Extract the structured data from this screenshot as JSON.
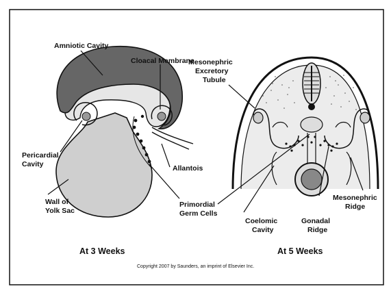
{
  "labels": {
    "amniotic_cavity": "Amniotic Cavity",
    "cloacal_membrane": "Cloacal Membrane",
    "pericardial": "Pericardial",
    "cavity": "Cavity",
    "allantois": "Allantois",
    "wall_of": "Wall of",
    "yolk_sac": "Yolk Sac",
    "primordial": "Primordial",
    "germ_cells": "Germ Cells",
    "mesonephric": "Mesonephric",
    "excretory": "Excretory",
    "tubule": "Tubule",
    "coelomic": "Coelomic",
    "gonadal": "Gonadal",
    "ridge": "Ridge",
    "mesonephric_2": "Mesonephric",
    "ridge_2": "Ridge"
  },
  "captions": {
    "left": "At 3 Weeks",
    "right": "At 5 Weeks"
  },
  "copyright": "Copyright 2007 by Saunders, an imprint of Elsevier Inc."
}
